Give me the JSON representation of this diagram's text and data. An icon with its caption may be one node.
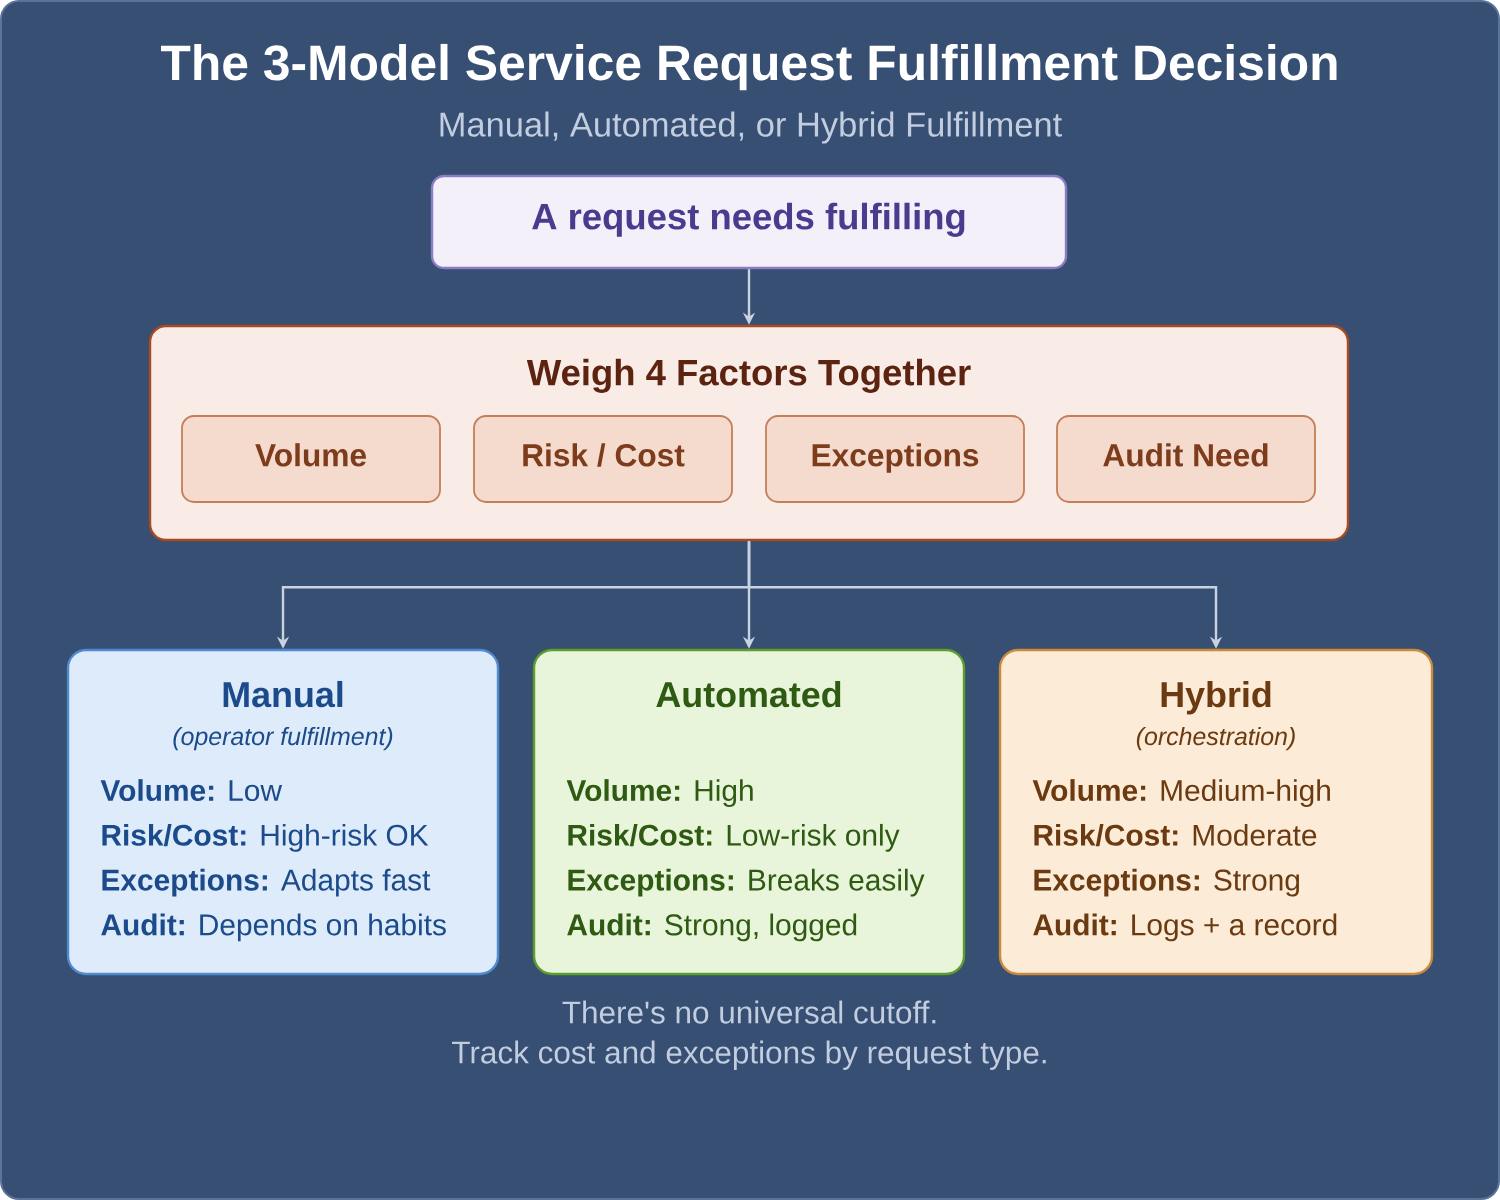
{
  "diagram": {
    "title": "The 3-Model Service Request Fulfillment Decision",
    "nodes": [
      {
        "text": [
          "A request needs fulfilling"
        ]
      },
      {
        "text": [
          "Weigh 4 Factors Together"
        ]
      },
      {
        "text": [
          "Volume"
        ],
        "in": 1
      },
      {
        "text": [
          "Risk / Cost"
        ],
        "in": 1
      },
      {
        "text": [
          "Exceptions"
        ],
        "in": 1
      },
      {
        "text": [
          "Audit Need"
        ],
        "in": 1
      },
      {
        "text": [
          "Manual",
          "(operator fulfillment)",
          "**Volume:** Low",
          "**Risk/Cost:** High-risk OK",
          "**Exceptions:** Adapts fast",
          "**Audit:** Depends on habits"
        ]
      },
      {
        "text": [
          "Automated",
          "**Volume:** High",
          "**Risk/Cost:** Low-risk only",
          "**Exceptions:** Breaks easily",
          "**Audit:** Strong, logged"
        ]
      },
      {
        "text": [
          "Hybrid",
          "(orchestration)",
          "**Volume:** Medium-high",
          "**Risk/Cost:** Moderate",
          "**Exceptions:** Strong",
          "**Audit:** Logs + a record"
        ]
      }
    ],
    "edges": [
      {
        "from": 0,
        "to": 1,
        "arrow": "to"
      },
      {
        "from": 1,
        "to": 6,
        "arrow": "to"
      },
      {
        "from": 1,
        "to": 7,
        "arrow": "to"
      },
      {
        "from": 1,
        "to": 8,
        "arrow": "to"
      }
    ],
    "labels": [
      "Manual, Automated, or Hybrid Fulfillment",
      "There's no universal cutoff.",
      "Track cost and exceptions by request type."
    ]
  }
}
